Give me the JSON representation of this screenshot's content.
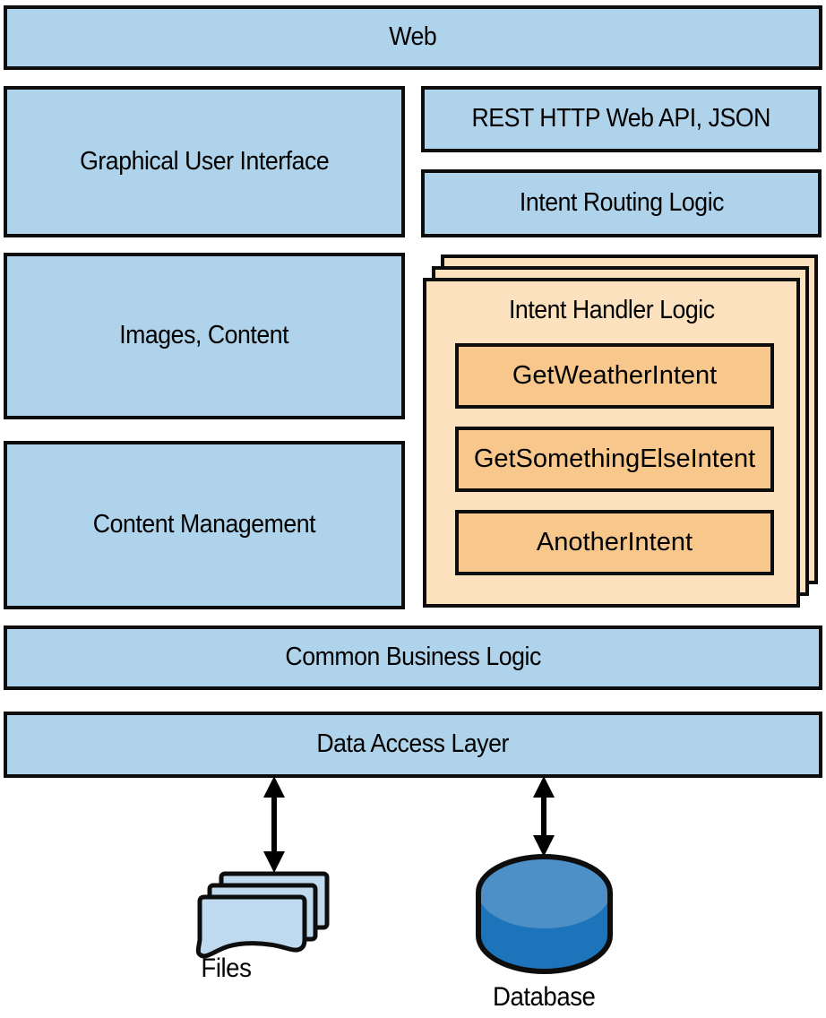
{
  "diagram": {
    "layers": {
      "web": "Web",
      "gui": "Graphical User Interface",
      "rest_api": "REST HTTP Web API, JSON",
      "intent_routing": "Intent Routing Logic",
      "images_content": "Images, Content",
      "content_management": "Content Management",
      "common_business_logic": "Common Business Logic",
      "data_access_layer": "Data Access Layer"
    },
    "intent_handler_card": {
      "title": "Intent Handler Logic",
      "handlers": [
        "GetWeatherIntent",
        "GetSomethingElseIntent",
        "AnotherIntent"
      ]
    },
    "storage": {
      "files_label": "Files",
      "database_label": "Database"
    },
    "colors": {
      "box_blue": "#afd3ea",
      "card_peach": "#fbe1bd",
      "handler_orange": "#f8c78c",
      "files_blue": "#bfdaef",
      "db_top": "#4d90c8",
      "db_body": "#1d74ba",
      "border": "#0d0d0d"
    }
  }
}
